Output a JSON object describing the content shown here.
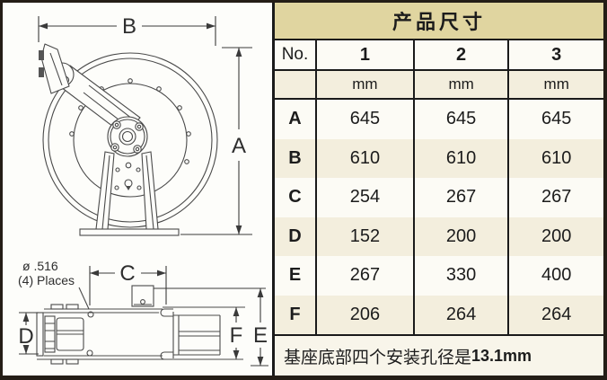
{
  "drawing": {
    "side_view": {
      "width_label": "B",
      "height_label": "A"
    },
    "top_view": {
      "hole_note_line1": "ø .516",
      "hole_note_line2": "(4) Places",
      "width_label": "C",
      "left_label": "D",
      "right_inner_label": "F",
      "right_outer_label": "E"
    }
  },
  "table": {
    "title": "产品尺寸",
    "columns": {
      "no": "No.",
      "c1": "1",
      "c2": "2",
      "c3": "3"
    },
    "units": {
      "c1": "mm",
      "c2": "mm",
      "c3": "mm"
    },
    "rows": [
      {
        "label": "A",
        "v1": "645",
        "v2": "645",
        "v3": "645"
      },
      {
        "label": "B",
        "v1": "610",
        "v2": "610",
        "v3": "610"
      },
      {
        "label": "C",
        "v1": "254",
        "v2": "267",
        "v3": "267"
      },
      {
        "label": "D",
        "v1": "152",
        "v2": "200",
        "v3": "200"
      },
      {
        "label": "E",
        "v1": "267",
        "v2": "330",
        "v3": "400"
      },
      {
        "label": "F",
        "v1": "206",
        "v2": "264",
        "v3": "264"
      }
    ],
    "footnote_text": "基座底部四个安装孔径是",
    "footnote_value": "13.1mm"
  },
  "colors": {
    "header_bg": "#e0d5a0",
    "row_alt_bg": "#f3eedd",
    "row_bg": "#fcfbf5",
    "footer_bg": "#f8f5ea",
    "table_border": "#1a1a1a",
    "outer_frame": "#241d16",
    "drawing_line": "#4a4a4a"
  }
}
